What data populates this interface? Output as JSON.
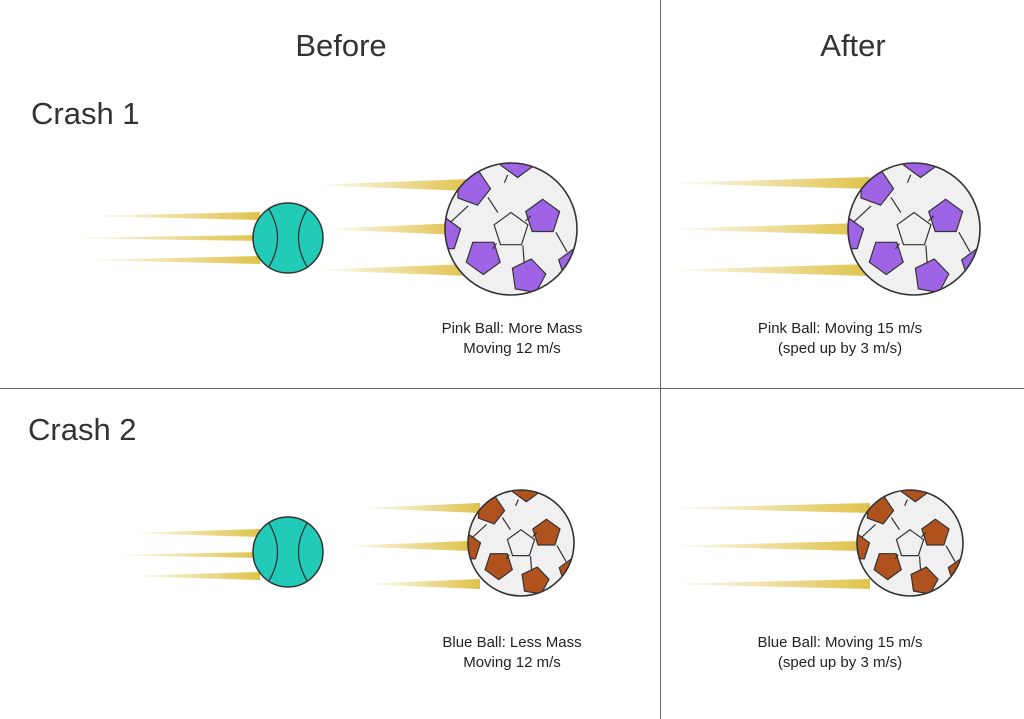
{
  "headers": {
    "before": "Before",
    "after": "After"
  },
  "crashes": [
    {
      "title": "Crash 1",
      "soccer_ball_color": "#9f64e6",
      "before_caption": [
        "Pink Ball: More Mass",
        "Moving 12 m/s"
      ],
      "after_caption": [
        "Pink Ball: Moving 15 m/s",
        "(sped up by 3 m/s)"
      ]
    },
    {
      "title": "Crash 2",
      "soccer_ball_color": "#b0521e",
      "before_caption": [
        "Blue Ball: Less Mass",
        "Moving 12 m/s"
      ],
      "after_caption": [
        "Blue Ball: Moving 15 m/s",
        "(sped up by 3 m/s)"
      ]
    }
  ],
  "colors": {
    "tennis_ball": "#22cbb8",
    "motion_streak": "#e0c24a",
    "soccer_white": "#f0f0f0",
    "divider": "#666666"
  },
  "icons": [
    "tennis-ball-icon",
    "soccer-ball-icon",
    "motion-streak-icon"
  ]
}
